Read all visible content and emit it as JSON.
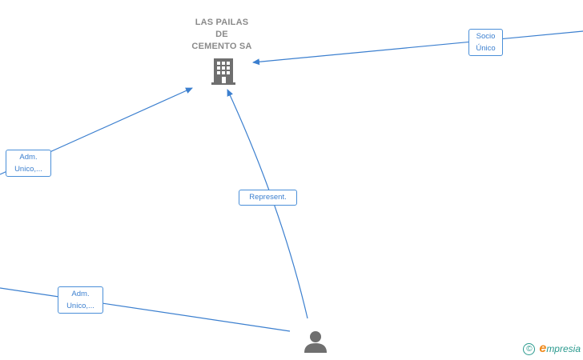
{
  "company": {
    "name_lines": [
      "LAS PAILAS",
      "DE",
      "CEMENTO SA"
    ],
    "icon": "building-icon"
  },
  "person": {
    "icon": "person-icon"
  },
  "edges": [
    {
      "id": "socio-unico",
      "label_lines": [
        "Socio",
        "Único"
      ]
    },
    {
      "id": "adm-unico-1",
      "label_lines": [
        "Adm.",
        "Unico,..."
      ]
    },
    {
      "id": "represent",
      "label_lines": [
        "Represent."
      ]
    },
    {
      "id": "adm-unico-2",
      "label_lines": [
        "Adm.",
        "Unico,..."
      ]
    }
  ],
  "watermark": {
    "copyright_symbol": "©",
    "brand_initial": "e",
    "brand_rest": "mpresia"
  },
  "colors": {
    "edge": "#3b7fcf",
    "label_border": "#4a8fd8",
    "node_icon": "#6f6f6f",
    "company_text": "#8a8a8a",
    "brand_accent": "#f08a1c",
    "brand_text": "#2a9a8e"
  }
}
